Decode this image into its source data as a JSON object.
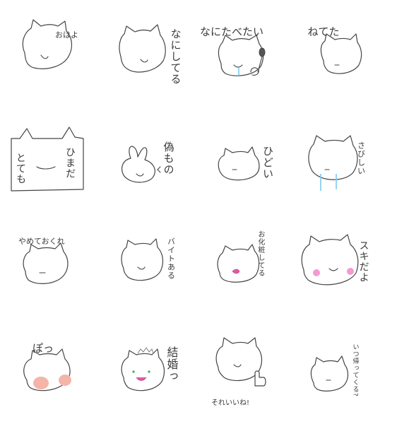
{
  "stickers": [
    {
      "id": "ohayo",
      "text": "おはよ"
    },
    {
      "id": "nanishiteru",
      "text": "なにしてる"
    },
    {
      "id": "nanitabetai",
      "text": "なにたべたい"
    },
    {
      "id": "netera",
      "text": "ねてた"
    },
    {
      "id": "totemo-hima-da",
      "line1": "ひまだ",
      "line2": "とても"
    },
    {
      "id": "nisemono",
      "text": "偽もの"
    },
    {
      "id": "hidoi",
      "text": "ひどい"
    },
    {
      "id": "sabishii",
      "text": "さびしい"
    },
    {
      "id": "yametekure",
      "text": "やめておくれ"
    },
    {
      "id": "baito-aru",
      "text": "バイトある"
    },
    {
      "id": "okesho-shiteru",
      "text": "お化粧してる"
    },
    {
      "id": "suki-da-yo",
      "text": "スキだよ"
    },
    {
      "id": "po",
      "text": "ぽっ"
    },
    {
      "id": "kekkon",
      "text": "結婚っ"
    },
    {
      "id": "sore-ii-ne",
      "text": "それいいね!"
    },
    {
      "id": "itsu-kaette-kuru",
      "text": "いつ帰ってくる?"
    }
  ],
  "colors": {
    "line": "#444444",
    "tears": "#7fc8f0",
    "blush": "#f4b5a8",
    "lips": "#e05aa5",
    "cheek-pink": "#f49ad2",
    "mouth-green": "#3aa86a"
  }
}
